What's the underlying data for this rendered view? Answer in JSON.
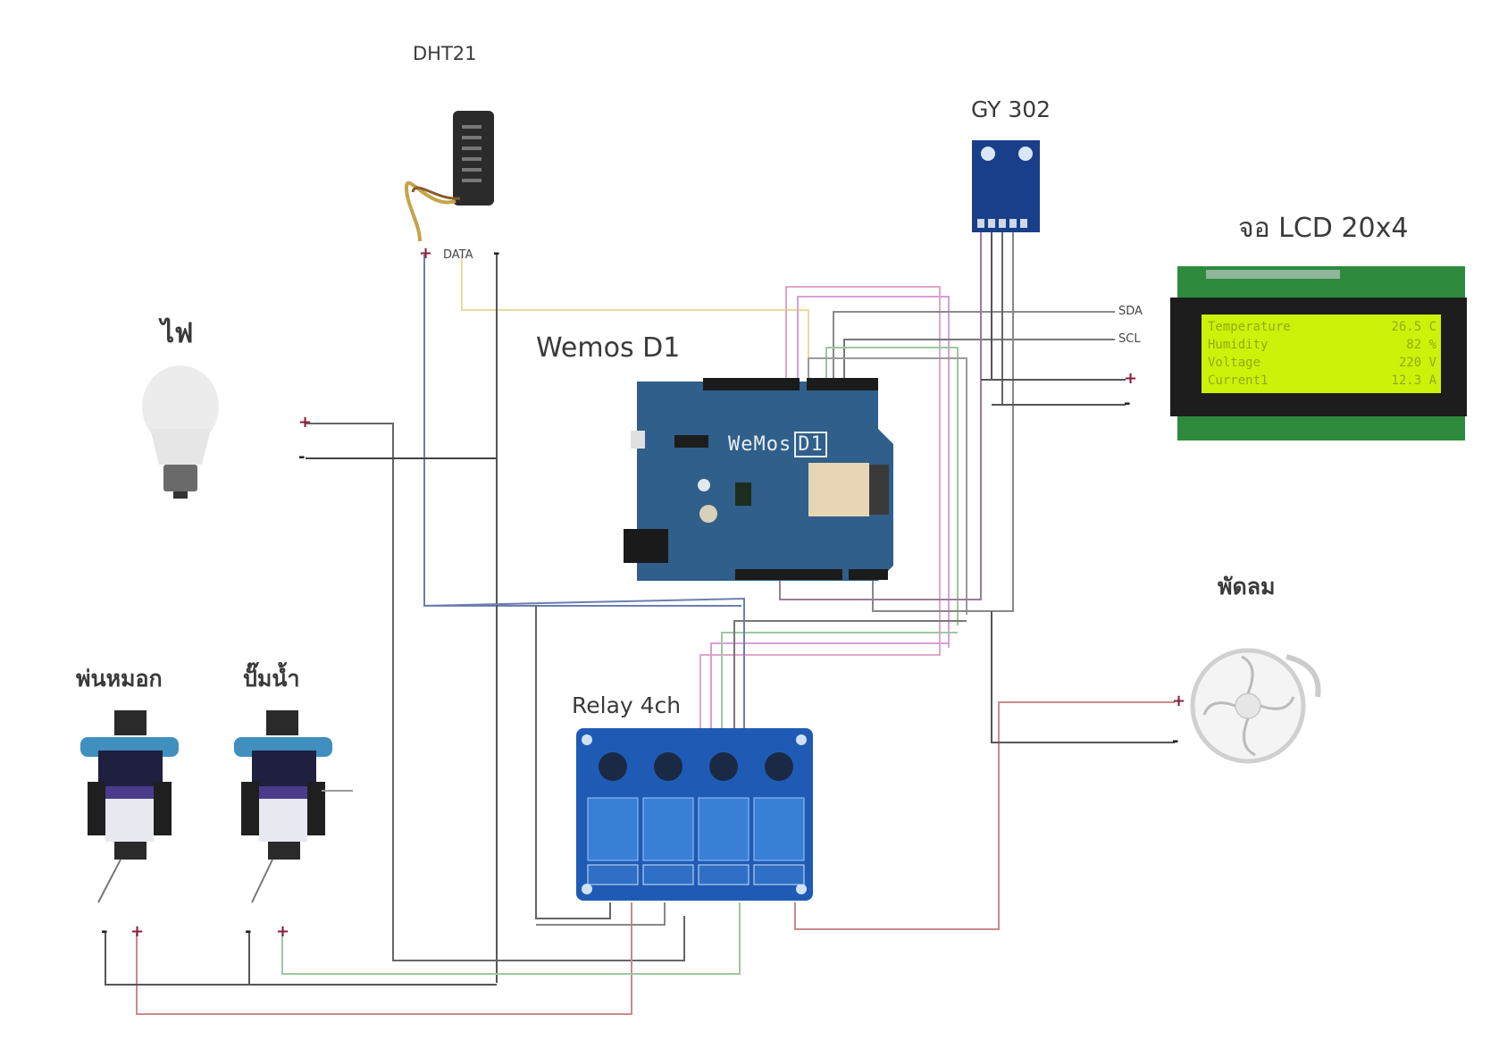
{
  "diagram": {
    "components": {
      "dht": {
        "label": "DHT21",
        "pins": {
          "plus": "+",
          "data": "DATA",
          "minus": "-"
        }
      },
      "gy": {
        "label": "GY 302"
      },
      "lcd": {
        "label": "จอ LCD 20x4",
        "pins": {
          "sda": "SDA",
          "scl": "SCL",
          "plus": "+",
          "minus": "-"
        },
        "lines": [
          {
            "name": "Temperature",
            "value": "26.5 C"
          },
          {
            "name": "Humidity",
            "value": "82 %"
          },
          {
            "name": "Voltage",
            "value": "220 V"
          },
          {
            "name": "Current1",
            "value": "12.3 A"
          }
        ]
      },
      "wemos": {
        "label": "Wemos D1",
        "board_text": "WeMos",
        "board_badge": "D1"
      },
      "lamp": {
        "label": "ไฟ",
        "pins": {
          "plus": "+",
          "minus": "-"
        }
      },
      "fan": {
        "label": "พัดลม",
        "pins": {
          "plus": "+",
          "minus": "-"
        }
      },
      "mist": {
        "label": "พ่นหมอก",
        "pins": {
          "plus": "+",
          "minus": "-"
        }
      },
      "pump": {
        "label": "ปั๊มน้ำ",
        "pins": {
          "plus": "+",
          "minus": "-"
        }
      },
      "relay": {
        "label": "Relay 4ch",
        "channels": 4
      }
    },
    "colors": {
      "board_blue": "#2f5f8a",
      "relay_blue": "#1f5bb5",
      "lcd_green": "#2e8b3e",
      "lcd_screen": "#cdf20a",
      "wire_dark": "#555555",
      "wire_pink": "#e2a6c8",
      "wire_red": "#c98a8a",
      "wire_yellow": "#e8dc9a",
      "wire_blue": "#6c7fb0",
      "wire_green": "#9ec7a0",
      "plus_color": "#8a1f3a"
    }
  }
}
